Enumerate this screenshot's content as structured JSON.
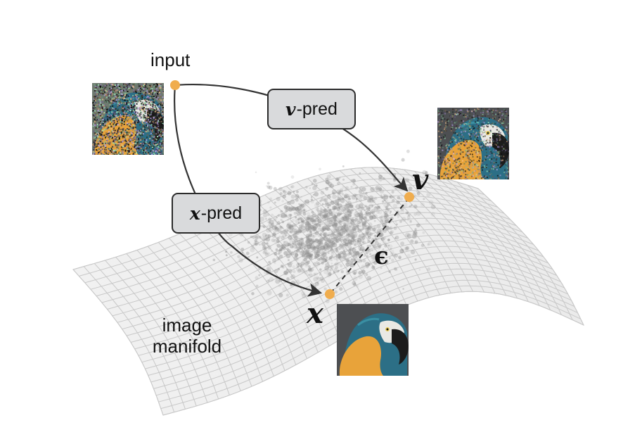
{
  "labels": {
    "input": "input",
    "manifold_line1": "image",
    "manifold_line2": "manifold"
  },
  "boxes": {
    "v_pred": {
      "symbol": "v",
      "text": "-pred"
    },
    "x_pred": {
      "symbol": "x",
      "text": "-pred"
    }
  },
  "points": {
    "v": "v",
    "x": "x",
    "epsilon": "ϵ"
  },
  "colors": {
    "point": "#f0ad4e",
    "arrow": "#333333",
    "box_fill": "#d9dadc",
    "manifold_grid": "#c8c8c8",
    "scatter": "#8c8c8c",
    "parrot_yellow": "#e8a33a",
    "parrot_teal": "#2c6f86"
  },
  "images": {
    "noisy_input": "noisy-parrot-image",
    "v_prediction": "slightly-noisy-parrot-image",
    "clean_image": "clean-parrot-image"
  }
}
